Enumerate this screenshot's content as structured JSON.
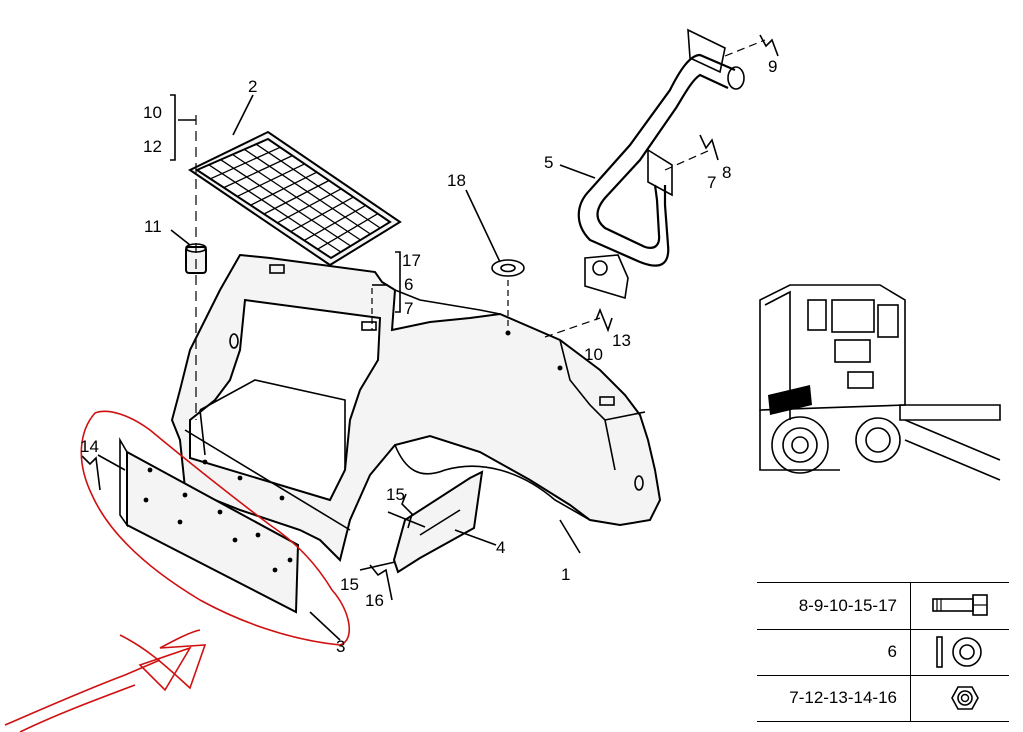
{
  "callouts": {
    "c1": "1",
    "c2": "2",
    "c3": "3",
    "c4": "4",
    "c5": "5",
    "c7a": "7",
    "c8": "8",
    "c9": "9",
    "c10a": "10",
    "c12": "12",
    "c11": "11",
    "c17": "17",
    "c6": "6",
    "c7b": "7",
    "c18": "18",
    "c10b": "10",
    "c13": "13",
    "c14": "14",
    "c15a": "15",
    "c15b": "15",
    "c16": "16"
  },
  "legend": [
    {
      "code": "8-9-10-15-17",
      "icon": "bolt-icon"
    },
    {
      "code": "6",
      "icon": "washer-icon"
    },
    {
      "code": "7-12-13-14-16",
      "icon": "nut-icon"
    }
  ],
  "colors": {
    "markup": "#d01010",
    "ink": "#000000"
  }
}
